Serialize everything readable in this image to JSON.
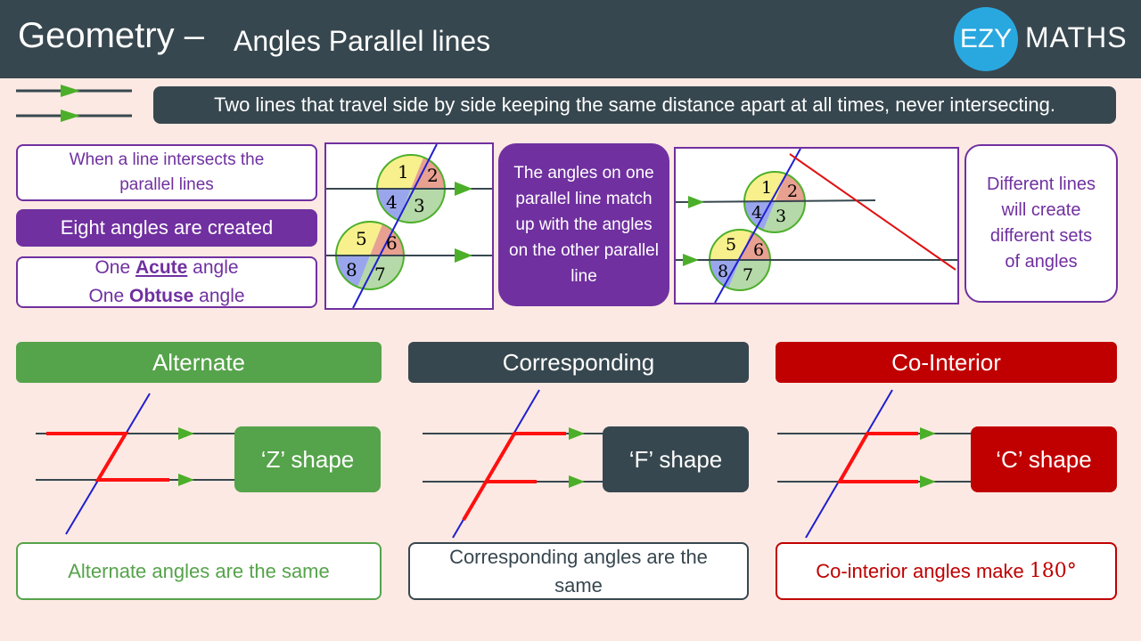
{
  "header": {
    "title": "Geometry –",
    "subtitle": "Angles Parallel lines",
    "logo_badge": "EZY",
    "logo_text": "MATHS"
  },
  "definition": "Two lines that travel side by side keeping the same distance apart at all times, never intersecting.",
  "intro": {
    "intersect": "When a line intersects the parallel lines",
    "eight_angles": "Eight angles are created",
    "acute_prefix": "One ",
    "acute_word": "Acute",
    "acute_suffix": " angle",
    "obtuse_prefix": "One ",
    "obtuse_word": "Obtuse",
    "obtuse_suffix": " angle",
    "match": "The angles on one parallel line match up with the angles on the other parallel line",
    "different": "Different lines will create different sets of angles"
  },
  "angle_labels": [
    "1",
    "2",
    "3",
    "4",
    "5",
    "6",
    "7",
    "8"
  ],
  "angle_types": {
    "alternate": {
      "title": "Alternate",
      "shape": "‘Z’ shape",
      "rule": "Alternate angles are the same"
    },
    "corresponding": {
      "title": "Corresponding",
      "shape": "‘F’ shape",
      "rule": "Corresponding angles are the same"
    },
    "co_interior": {
      "title": "Co-Interior",
      "shape": "‘C’ shape",
      "rule": "Co-interior angles make",
      "rule_value": "180°"
    }
  },
  "colors": {
    "header": "#37474f",
    "purple": "#7030a0",
    "green": "#55a34a",
    "red": "#c00000",
    "blue_logo": "#29a8e0",
    "background": "#fde9e3"
  }
}
